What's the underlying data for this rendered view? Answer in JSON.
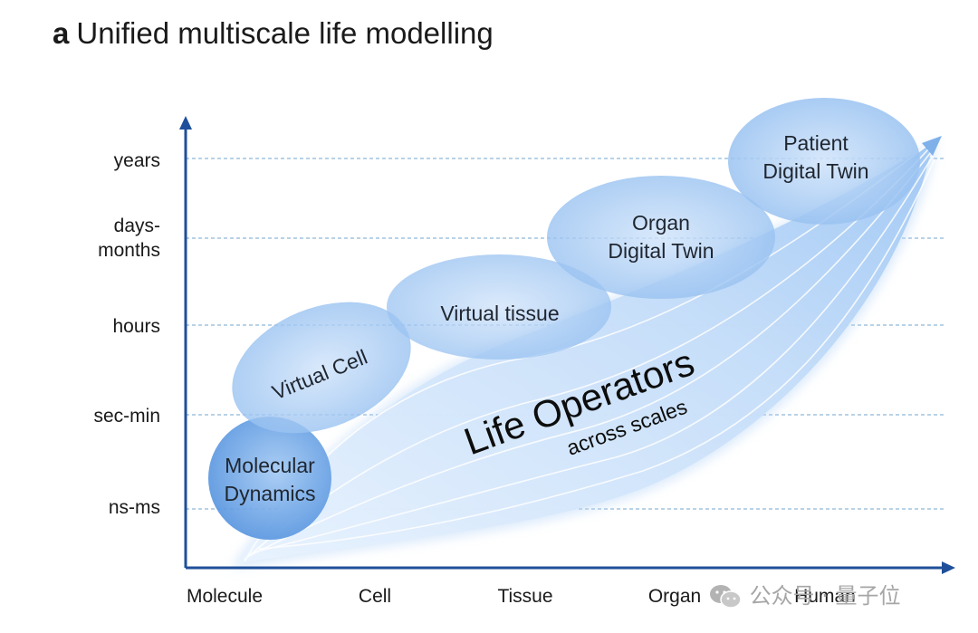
{
  "title": {
    "letter": "a",
    "text": "Unified multiscale life modelling"
  },
  "y_axis": {
    "ticks": [
      "years",
      "days-\nmonths",
      "hours",
      "sec-min",
      "ns-ms"
    ]
  },
  "x_axis": {
    "ticks": [
      "Molecule",
      "Cell",
      "Tissue",
      "Organ",
      "Human"
    ]
  },
  "nodes": [
    {
      "label": "Molecular\nDynamics"
    },
    {
      "label": "Virtual Cell"
    },
    {
      "label": "Virtual tissue"
    },
    {
      "label": "Organ\nDigital Twin"
    },
    {
      "label": "Patient\nDigital Twin"
    }
  ],
  "operator": {
    "title": "Life Operators",
    "subtitle": "across scales"
  },
  "watermark": {
    "text": "公众号 · 量子位",
    "icon": "wechat-icon"
  },
  "colors": {
    "axis": "#1f4f9a",
    "grid": "#8fb6d8",
    "ellipse_fill": "#a9cdf2",
    "ellipse_fill_dark": "#6aa4e6",
    "band": "#cfe4fb"
  }
}
